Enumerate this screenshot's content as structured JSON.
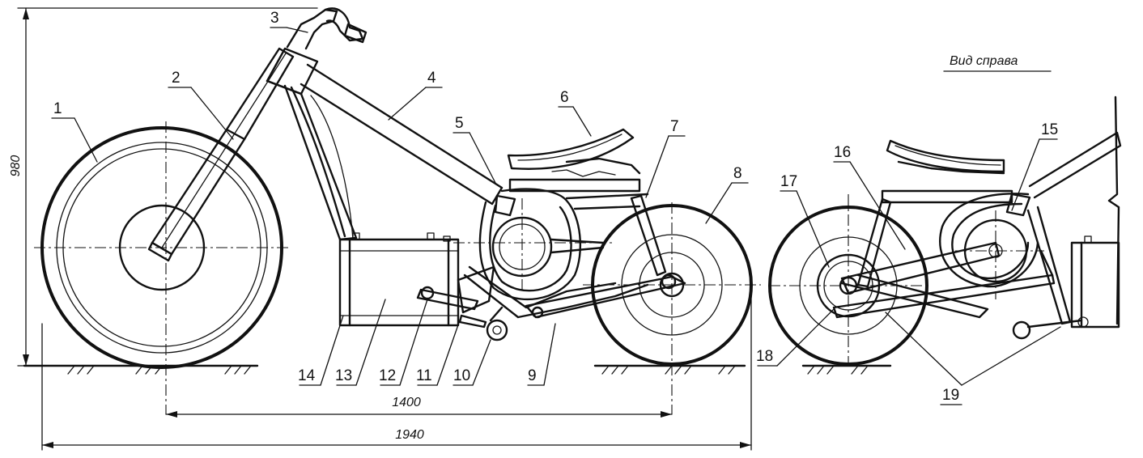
{
  "view_caption": "Вид справа",
  "callouts": {
    "c1": "1",
    "c2": "2",
    "c3": "3",
    "c4": "4",
    "c5": "5",
    "c6": "6",
    "c7": "7",
    "c8": "8",
    "c9": "9",
    "c10": "10",
    "c11": "11",
    "c12": "12",
    "c13": "13",
    "c14": "14",
    "c15": "15",
    "c16": "16",
    "c17": "17",
    "c18": "18",
    "c19": "19"
  },
  "dimensions": {
    "height": "980",
    "wheelbase": "1400",
    "overall_length": "1940"
  }
}
